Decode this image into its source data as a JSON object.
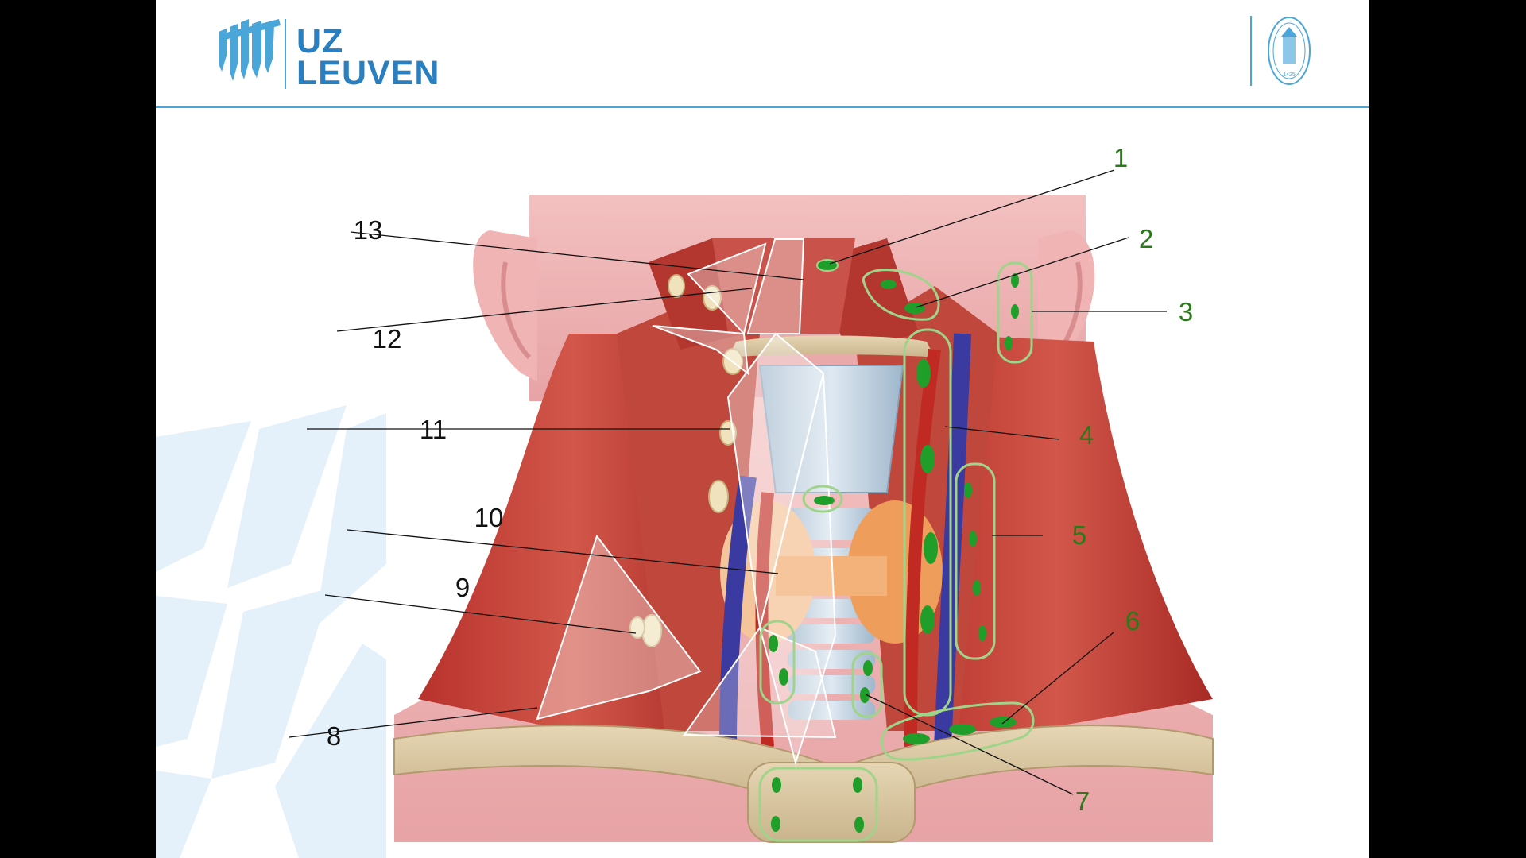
{
  "slide": {
    "logo": {
      "line1": "UZ",
      "line2": "LEUVEN",
      "icon": "uz-leuven-building-logo",
      "color": "#2a7fc0"
    },
    "seal": {
      "icon": "ku-leuven-seal-icon",
      "year": "1425"
    },
    "accent_color": "#4aa6d8"
  },
  "labels_left": [
    "13",
    "12",
    "11",
    "10",
    "9",
    "8"
  ],
  "labels_right": [
    "1",
    "2",
    "3",
    "4",
    "5",
    "6",
    "7"
  ],
  "colors": {
    "left_labels": "#111111",
    "right_labels": "#2a7a1a",
    "node_fill": "#1f9e2a",
    "node_outline": "#9fd48a"
  }
}
